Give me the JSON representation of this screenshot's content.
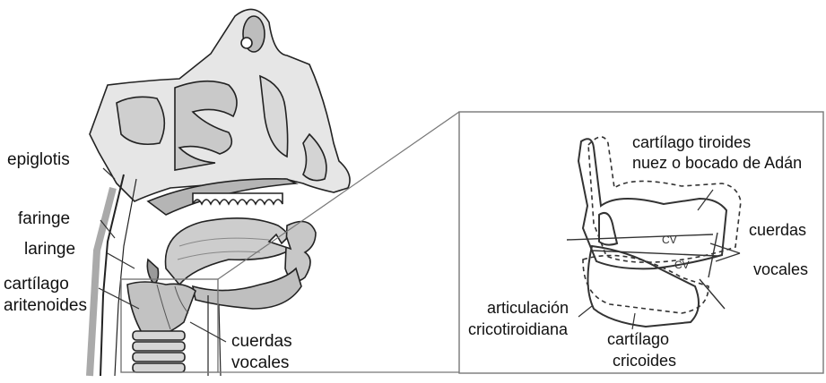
{
  "left_labels": {
    "epiglotis": "epiglotis",
    "faringe": "faringe",
    "laringe": "laringe",
    "aritenoides_1": "cartílago",
    "aritenoides_2": "aritenoides",
    "cuerdas_1": "cuerdas",
    "cuerdas_2": "vocales"
  },
  "right_labels": {
    "tiroides_1": "cartílago tiroides",
    "tiroides_2": "nuez o bocado de Adán",
    "cuerdas_1": "cuerdas",
    "cuerdas_2": "vocales",
    "articulacion_1": "articulación",
    "articulacion_2": "cricotiroidiana",
    "cricoides_1": "cartílago",
    "cricoides_2": "cricoides",
    "cv_upper": "CV",
    "cv_lower": "CV"
  },
  "colors": {
    "line": "#222222",
    "shade": "#bdbdbd",
    "light": "#e4e4e4",
    "frame": "#777777"
  }
}
